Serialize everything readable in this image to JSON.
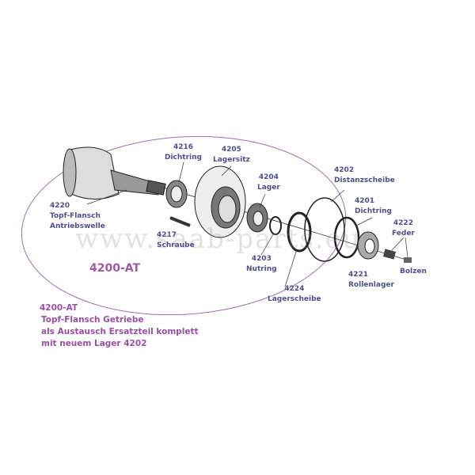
{
  "watermark": "www.saab-parts.eu",
  "assembly_code": "4200-AT",
  "parts": [
    {
      "number": "4216",
      "name": "Dichtring"
    },
    {
      "number": "4205",
      "name": "Lagersitz"
    },
    {
      "number": "4204",
      "name": "Lager"
    },
    {
      "number": "4202",
      "name": "Distanzscheibe"
    },
    {
      "number": "4201",
      "name": "Dichtring"
    },
    {
      "number": "4222",
      "name": "Feder"
    },
    {
      "number": "4220",
      "name": "Topf-Flansch",
      "name2": "Antriebswelle"
    },
    {
      "number": "4217",
      "name": "Schraube"
    },
    {
      "number": "4203",
      "name": "Nutring"
    },
    {
      "number": "4224",
      "name": "Lagerscheibe"
    },
    {
      "number": "4221",
      "name": "Rollenlager"
    },
    {
      "number": "",
      "name": "Bolzen"
    }
  ],
  "description": {
    "code": "4200-AT",
    "line1": "Topf-Flansch Getriebe",
    "line2": "als Austausch Ersatzteil komplett",
    "line3": "mit neuem Lager 4202"
  }
}
